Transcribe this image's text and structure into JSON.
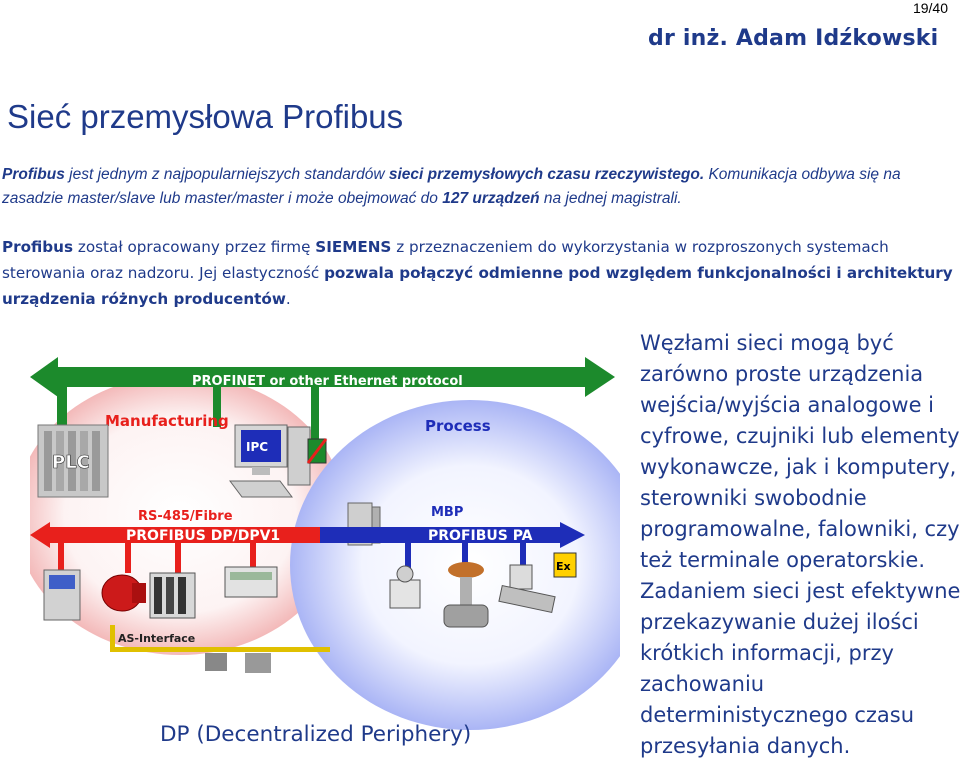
{
  "page_number": "19/40",
  "author": "dr inż. Adam Idźkowski",
  "title": "Sieć przemysłowa Profibus",
  "para1": {
    "s1": "Profibus",
    "s2": " jest jednym z najpopularniejszych standardów ",
    "s3": "sieci przemysłowych czasu rzeczywistego.",
    "s4": " Komunikacja odbywa się na zasadzie master/slave lub master/master i może obejmować do ",
    "s5": "127 urządzeń",
    "s6": " na jednej magistrali."
  },
  "para2": {
    "s1": "Profibus",
    "s2": " został opracowany przez firmę ",
    "s3": "SIEMENS",
    "s4": " z przeznaczeniem do wykorzystania w rozproszonych systemach sterowania oraz nadzoru. Jej elastyczność ",
    "s5": "pozwala połączyć odmienne pod względem funkcjonalności i architektury urządzenia różnych producentów",
    "s6": "."
  },
  "side_text": "Węzłami sieci mogą być zarówno proste urządzenia wejścia/wyjścia analogowe i cyfrowe, czujniki lub elementy wykonawcze, jak i komputery, sterowniki swobodnie programowalne, falowniki, czy też terminale operatorskie. Zadaniem sieci jest efektywne przekazywanie dużej ilości krótkich informacji, przy zachowaniu deterministycznego czasu przesyłania danych.",
  "diagram": {
    "profinet_label": "PROFINET or other Ethernet protocol",
    "manufacturing_label": "Manufacturing",
    "process_label": "Process",
    "plc_label": "PLC",
    "ipc_label": "IPC",
    "rs485_label": "RS-485/Fibre",
    "dp_label": "PROFIBUS DP/DPV1",
    "mbp_label": "MBP",
    "pa_label": "PROFIBUS PA",
    "asi_label": "AS-Interface",
    "ex_label": "Ex",
    "caption": "DP (Decentralized Periphery)",
    "colors": {
      "green_bus": "#1c8a2c",
      "red_bus": "#e8201c",
      "blue_bus": "#1e2db8",
      "label_text": "#e8201c"
    }
  }
}
